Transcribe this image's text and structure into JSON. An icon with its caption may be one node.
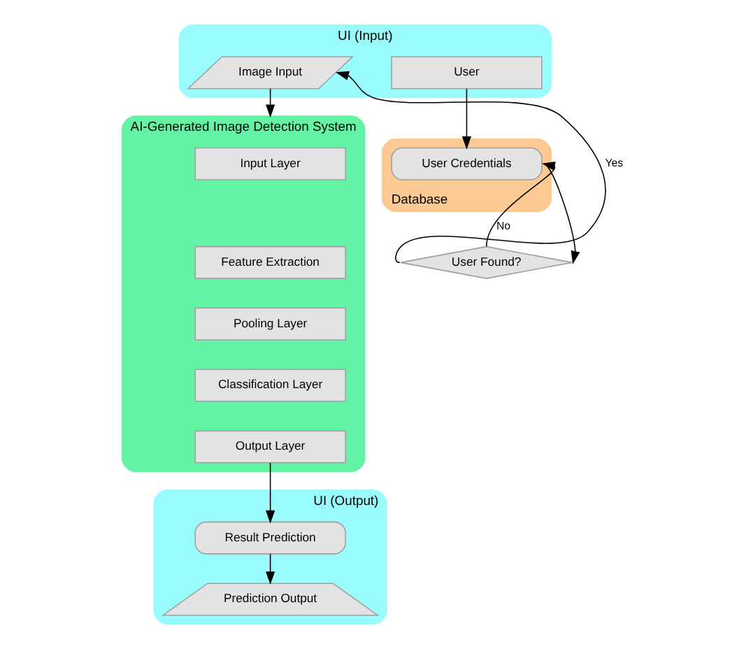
{
  "diagram": {
    "nodes": [
      {
        "text": [
          "UI (Input)"
        ]
      },
      {
        "text": [
          "User"
        ],
        "in": 0
      },
      {
        "text": [
          "Image Input"
        ],
        "in": 0
      },
      {
        "text": [
          "Database"
        ]
      },
      {
        "text": [
          "User Credentials"
        ],
        "in": 3
      },
      {
        "text": [
          "User Found?"
        ]
      },
      {
        "text": [
          "AI-Generated Image Detection System"
        ]
      },
      {
        "text": [
          "Input Layer"
        ],
        "in": 6
      },
      {
        "text": [
          "Feature Extraction"
        ],
        "in": 6
      },
      {
        "text": [
          "Pooling Layer"
        ],
        "in": 6
      },
      {
        "text": [
          "Classification Layer"
        ],
        "in": 6
      },
      {
        "text": [
          "Output Layer"
        ],
        "in": 6
      },
      {
        "text": [
          "UI (Output)"
        ]
      },
      {
        "text": [
          "Prediction Output"
        ],
        "in": 12
      },
      {
        "text": [
          "Result Prediction"
        ],
        "in": 12
      }
    ],
    "edges": [
      {
        "from": 1,
        "to": 4,
        "arrow": "to"
      },
      {
        "from": 5,
        "to": 4,
        "arrow": "to",
        "label": "No"
      },
      {
        "from": 4,
        "to": 5,
        "arrow": "to"
      },
      {
        "from": 5,
        "to": 2,
        "arrow": "to",
        "label": "Yes"
      },
      {
        "from": 2,
        "to": 6,
        "arrow": "to"
      },
      {
        "from": 11,
        "to": 14,
        "arrow": "to"
      },
      {
        "from": 14,
        "to": 13,
        "arrow": "to"
      }
    ]
  }
}
